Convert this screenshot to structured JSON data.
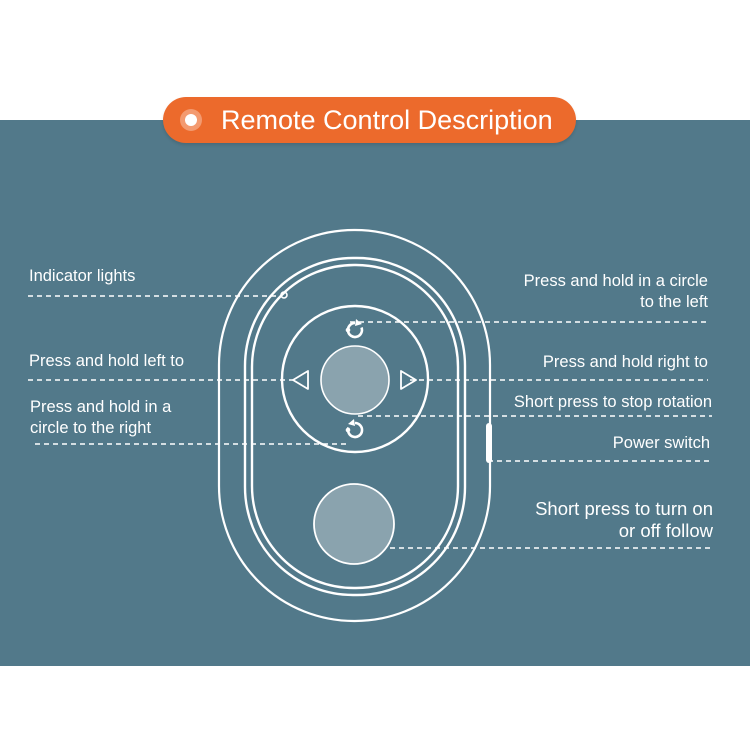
{
  "title": "Remote Control Description",
  "colors": {
    "panel": "#52798a",
    "accent": "#ec6a2c",
    "outline": "#ffffff",
    "button_fill": "#8aa3ae"
  },
  "labels": {
    "indicator_lights": "Indicator lights",
    "press_hold_left": "Press and hold left to",
    "press_hold_circle_right_line1": "Press and hold in a",
    "press_hold_circle_right_line2": "circle to the right",
    "press_hold_circle_left_line1": "Press and hold in a circle",
    "press_hold_circle_left_line2": "to the left",
    "press_hold_right": "Press and hold right to",
    "short_press_stop": "Short press to stop rotation",
    "power_switch": "Power switch",
    "short_press_follow_line1": "Short press to turn on",
    "short_press_follow_line2": "or off follow"
  },
  "icons": [
    "rotate-left-icon",
    "rotate-right-icon",
    "arrow-left-icon",
    "arrow-right-icon"
  ]
}
